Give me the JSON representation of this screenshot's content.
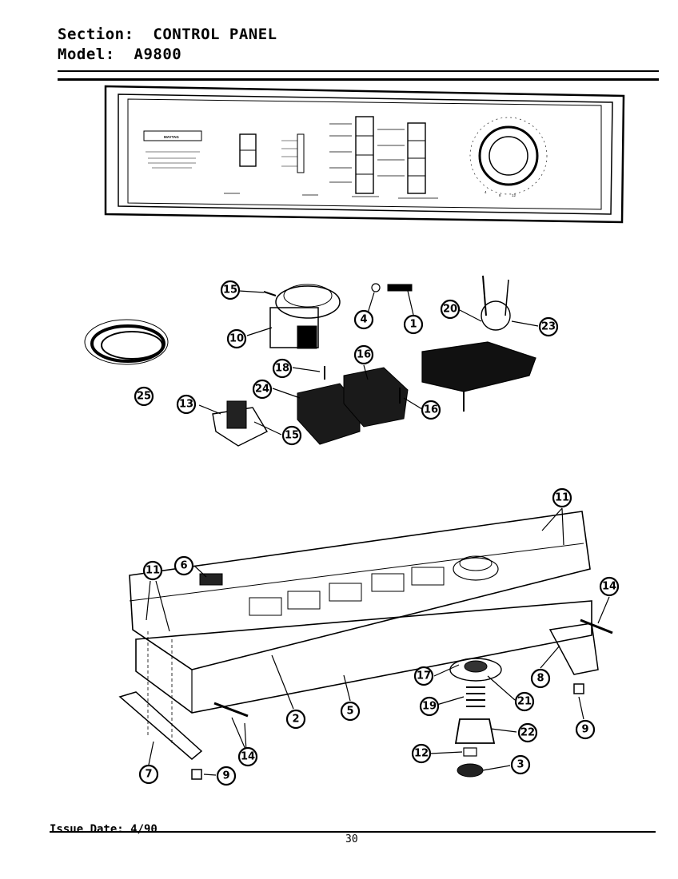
{
  "header": {
    "section_label": "Section:",
    "section_value": "CONTROL PANEL",
    "model_label": "Model:",
    "model_value": "A9800"
  },
  "footer": {
    "issue_date": "Issue Date: 4/90",
    "page_number": "30"
  },
  "panel": {
    "brand": "MAYTAG",
    "dial_numbers": [
      "4",
      "8",
      "12"
    ]
  },
  "callouts": [
    "15",
    "10",
    "4",
    "1",
    "20",
    "23",
    "25",
    "18",
    "16",
    "24",
    "16",
    "13",
    "15",
    "11",
    "11",
    "6",
    "14",
    "2",
    "5",
    "17",
    "21",
    "8",
    "19",
    "22",
    "9",
    "12",
    "3",
    "14",
    "7",
    "9"
  ]
}
